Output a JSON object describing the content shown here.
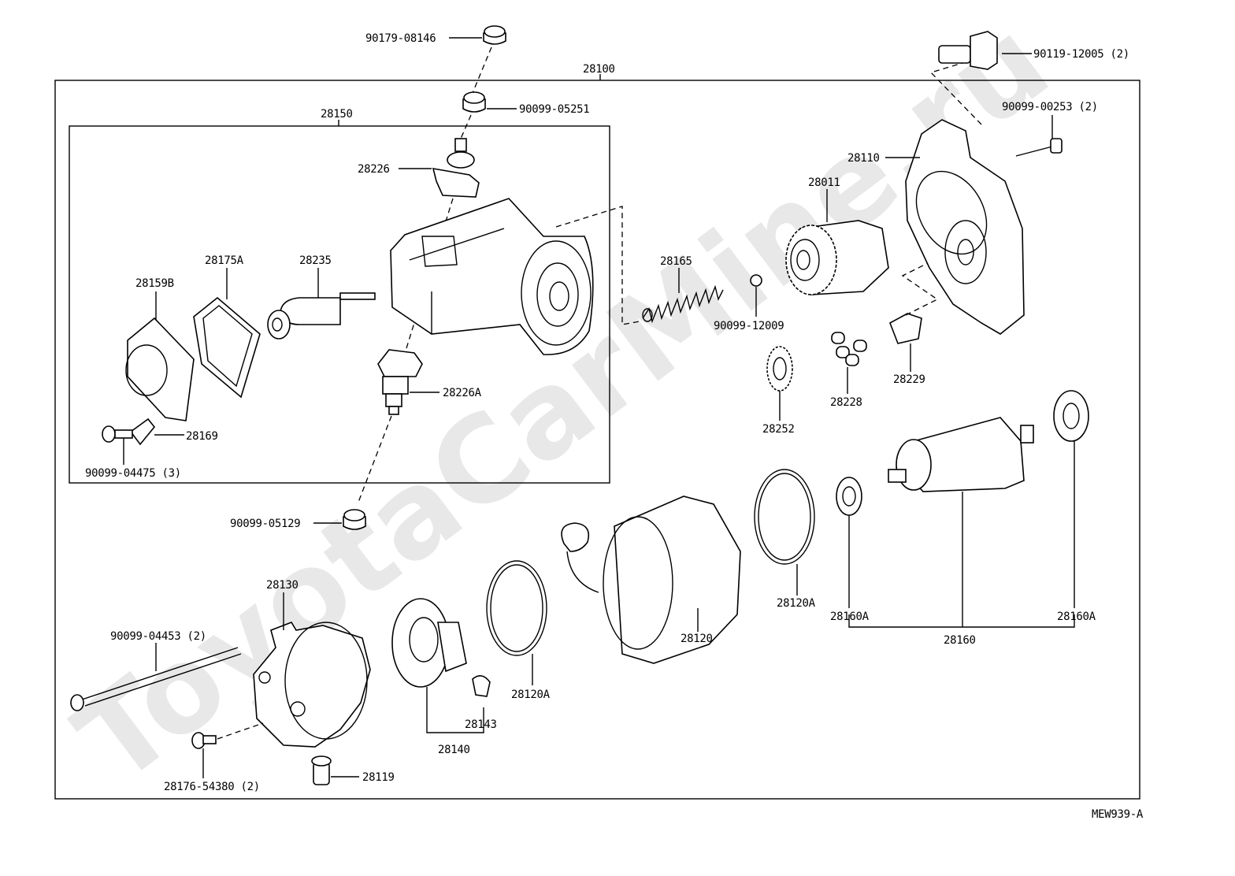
{
  "watermark": "ToyotaCarMine.ru",
  "diagram_code": "MEW939-A",
  "labels": {
    "p90179_08146": "90179-08146",
    "p28100": "28100",
    "p90119_12005": "90119-12005 (2)",
    "p90099_05251": "90099-05251",
    "p28150": "28150",
    "p90099_00253": "90099-00253 (2)",
    "p28110": "28110",
    "p28226": "28226",
    "p28011": "28011",
    "p28175A": "28175A",
    "p28235": "28235",
    "p28159B": "28159B",
    "p28165": "28165",
    "p90099_12009": "90099-12009",
    "p28226A": "28226A",
    "p28229": "28229",
    "p28228": "28228",
    "p28252": "28252",
    "p28169": "28169",
    "p90099_04475": "90099-04475 (3)",
    "p90099_05129": "90099-05129",
    "p28130": "28130",
    "p90099_04453": "90099-04453 (2)",
    "p28120": "28120",
    "p28120A_a": "28120A",
    "p28120A_b": "28120A",
    "p28160A_a": "28160A",
    "p28160A_b": "28160A",
    "p28160": "28160",
    "p28143": "28143",
    "p28140": "28140",
    "p28176_54380": "28176-54380 (2)",
    "p28119": "28119"
  }
}
